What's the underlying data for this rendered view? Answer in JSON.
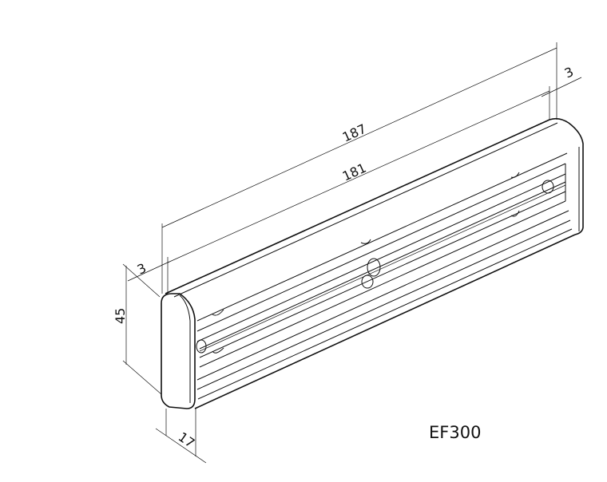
{
  "drawing": {
    "part_code": "EF300",
    "dimensions": {
      "overall_length": "187",
      "inner_length": "181",
      "end_offset_right": "3",
      "end_offset_left": "3",
      "height": "45",
      "depth": "17"
    }
  }
}
